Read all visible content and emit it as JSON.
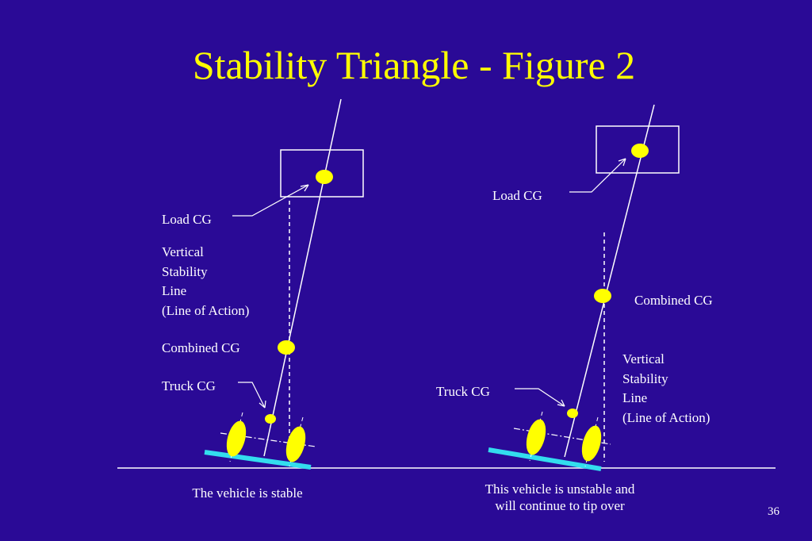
{
  "slide": {
    "title": "Stability Triangle - Figure 2",
    "page_number": "36"
  },
  "left_figure": {
    "load_cg": "Load CG",
    "vertical_stability_line": [
      "Vertical",
      "Stability",
      "Line",
      "(Line of Action)"
    ],
    "combined_cg": "Combined CG",
    "truck_cg": "Truck CG",
    "caption": "The vehicle is stable"
  },
  "right_figure": {
    "load_cg": "Load CG",
    "combined_cg": "Combined CG",
    "vertical_stability_line": [
      "Vertical",
      "Stability",
      "Line",
      "(Line of Action)"
    ],
    "truck_cg": "Truck CG",
    "caption_lines": [
      "This vehicle is unstable and",
      "will continue to tip over"
    ]
  },
  "colors": {
    "background": "#2a0a96",
    "title": "#ffff00",
    "cg_marker": "#ffff00",
    "wheel": "#ffff00",
    "base": "#33ddee",
    "lines": "#ffffff"
  }
}
